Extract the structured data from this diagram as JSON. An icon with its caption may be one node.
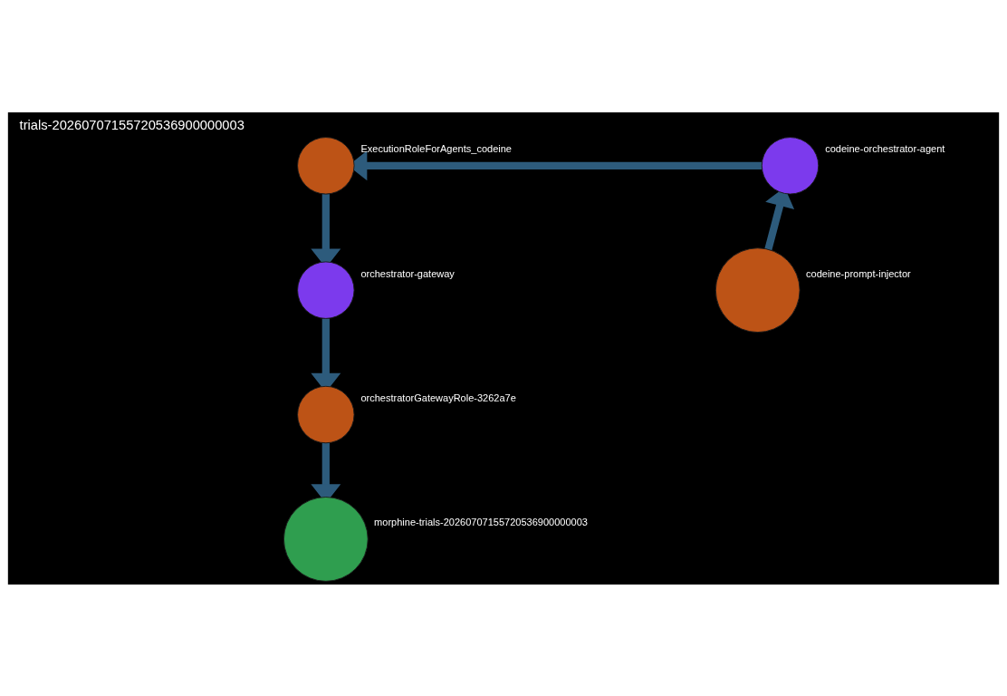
{
  "diagram": {
    "title": "trials-20260707155720536900000003",
    "nodes": [
      {
        "text": [
          "ExecutionRoleForAgents_codeine"
        ]
      },
      {
        "text": [
          "codeine-orchestrator-agent"
        ]
      },
      {
        "text": [
          "codeine-prompt-injector"
        ]
      },
      {
        "text": [
          "orchestrator-gateway"
        ]
      },
      {
        "text": [
          "orchestratorGatewayRole-3262a7e"
        ]
      },
      {
        "text": [
          "morphine-trials-20260707155720536900000003"
        ]
      }
    ],
    "edges": [
      {
        "from": 2,
        "to": 1,
        "arrow": "to"
      },
      {
        "from": 1,
        "to": 0,
        "arrow": "to"
      },
      {
        "from": 0,
        "to": 3,
        "arrow": "to"
      },
      {
        "from": 3,
        "to": 4,
        "arrow": "to"
      },
      {
        "from": 4,
        "to": 5,
        "arrow": "to"
      }
    ]
  }
}
